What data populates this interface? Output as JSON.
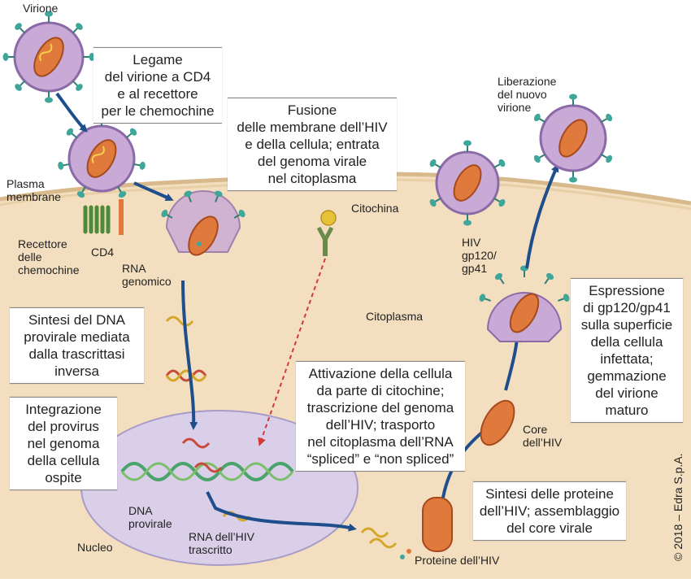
{
  "labels": {
    "virione": "Virione",
    "plasma_membrane": [
      "Plasma",
      "membrane"
    ],
    "recettore": [
      "Recettore",
      "delle",
      "chemochine"
    ],
    "cd4": "CD4",
    "rna_genomico": [
      "RNA",
      "genomico"
    ],
    "citochina": "Citochina",
    "citoplasma": "Citoplasma",
    "hiv_gp": [
      "HIV",
      "gp120/",
      "gp41"
    ],
    "liberazione": [
      "Liberazione",
      "del nuovo",
      "virione"
    ],
    "core": [
      "Core",
      "dell’HIV"
    ],
    "dna_provirale": [
      "DNA",
      "provirale"
    ],
    "rna_trascritto": [
      "RNA dell’HIV",
      "trascritto"
    ],
    "nucleo": "Nucleo",
    "proteine": "Proteine dell’HIV",
    "copyright": "© 2018 – Edra S.p.A."
  },
  "boxes": {
    "legame": [
      "Legame",
      "del virione a CD4",
      "e al recettore",
      "per le chemochine"
    ],
    "fusione": [
      "Fusione",
      "delle membrane dell’HIV",
      "e della cellula; entrata",
      "del genoma virale",
      "nel citoplasma"
    ],
    "sintesi_dna": [
      "Sintesi del DNA",
      "provirale mediata",
      "dalla trascrittasi",
      "inversa"
    ],
    "integrazione": [
      "Integrazione",
      "del provirus",
      "nel genoma",
      "della cellula",
      "ospite"
    ],
    "attivazione": [
      "Attivazione della cellula",
      "da parte di citochine;",
      "trascrizione del genoma",
      "dell’HIV; trasporto",
      "nel citoplasma dell’RNA",
      "“spliced” e “non spliced”"
    ],
    "espressione": [
      "Espressione",
      "di gp120/gp41",
      "sulla superficie",
      "della cellula",
      "infettata;",
      "gemmazione",
      "del virione",
      "maturo"
    ],
    "sintesi_proteine": [
      "Sintesi delle proteine",
      "dell’HIV; assemblaggio",
      "del core virale"
    ]
  },
  "colors": {
    "cytoplasm": "#f3dfbf",
    "nucleus": "#d9cfe9",
    "virion_envelope": "#c9a9d6",
    "virion_core": "#e07a3c",
    "arrow": "#1f4e8c",
    "spike": "#3fa79a",
    "receptor": "#4f8a3a",
    "cytokine": "#e6c23a",
    "cytokine_arrow": "#d23a3a"
  }
}
